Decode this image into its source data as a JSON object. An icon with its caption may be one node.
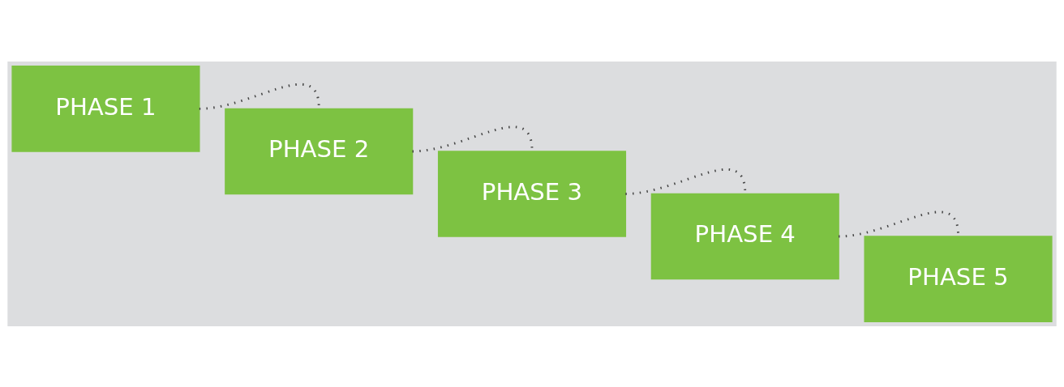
{
  "diagram": {
    "nodes": [
      {
        "text": [
          "PHASE 1"
        ]
      },
      {
        "text": [
          "PHASE 2"
        ]
      },
      {
        "text": [
          "PHASE 3"
        ]
      },
      {
        "text": [
          "PHASE 4"
        ]
      },
      {
        "text": [
          "PHASE 5"
        ]
      }
    ],
    "edges": [
      {
        "from": 0,
        "to": 1,
        "arrow": "none",
        "style": "dashed"
      },
      {
        "from": 1,
        "to": 2,
        "arrow": "none",
        "style": "dashed"
      },
      {
        "from": 2,
        "to": 3,
        "arrow": "none",
        "style": "dashed"
      },
      {
        "from": 3,
        "to": 4,
        "arrow": "none",
        "style": "dashed"
      }
    ]
  }
}
